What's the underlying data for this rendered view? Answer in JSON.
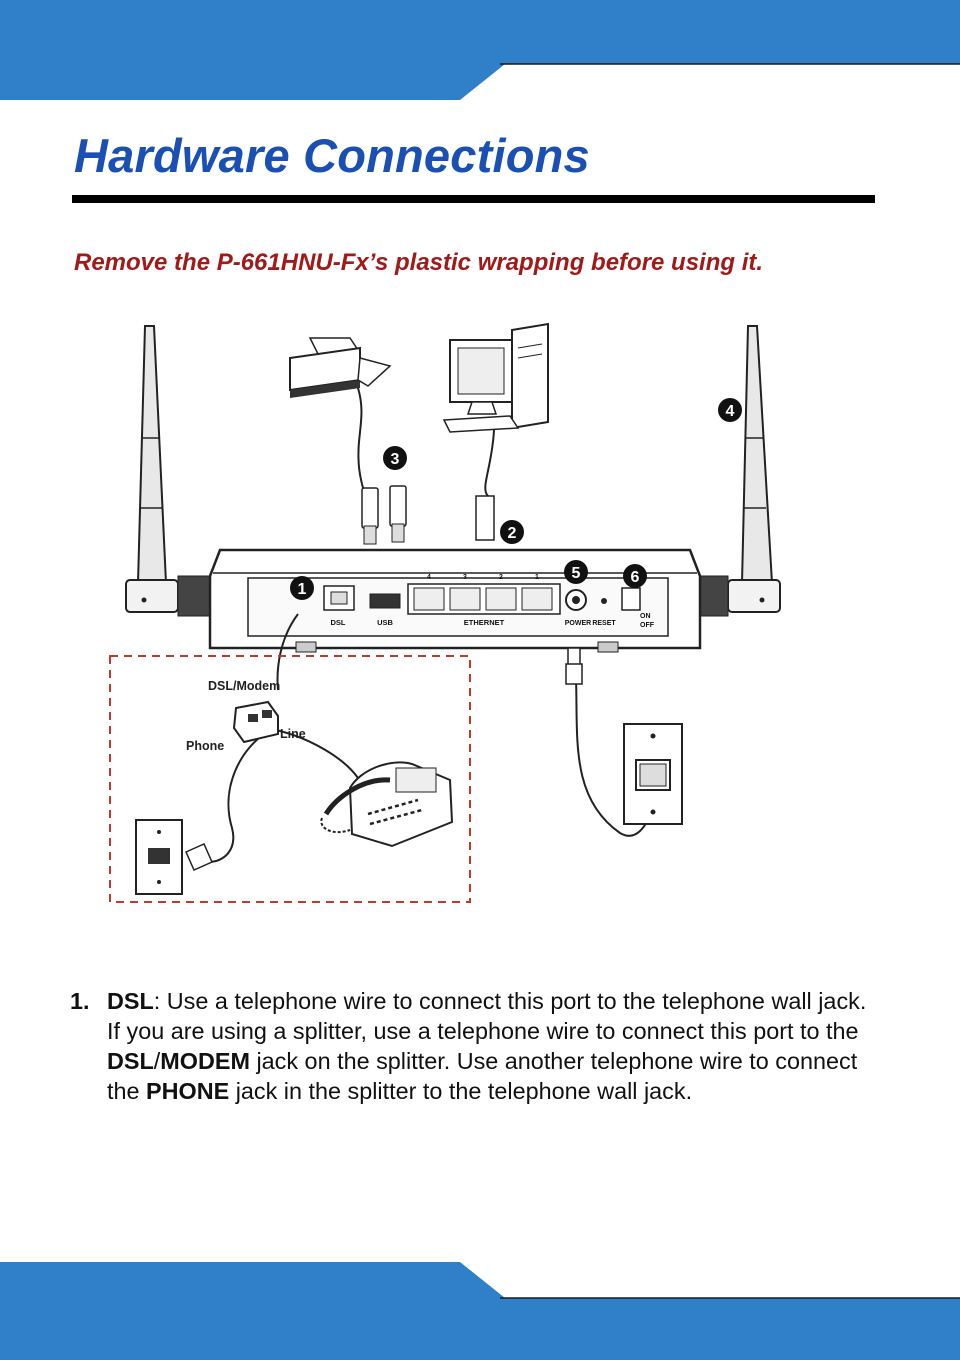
{
  "page": {
    "title": "Hardware Connections",
    "notice": "Remove the P-661HNU-Fx’s plastic wrapping before using it.",
    "band_color": "#2f80c8",
    "title_color": "#1a4fb4",
    "notice_color": "#a01a1a"
  },
  "diagram": {
    "callouts": [
      "1",
      "2",
      "3",
      "4",
      "5",
      "6"
    ],
    "port_labels": {
      "dsl": "DSL",
      "usb": "USB",
      "ethernet": "ETHERNET",
      "ethernet_numbers": [
        "4",
        "3",
        "2",
        "1"
      ],
      "power": "POWER",
      "reset": "RESET",
      "on": "ON",
      "off": "OFF"
    },
    "splitter_labels": {
      "dsl_modem": "DSL/Modem",
      "line": "Line",
      "phone": "Phone"
    },
    "icons": [
      "router-icon",
      "printer-icon",
      "computer-icon",
      "telephone-icon",
      "wall-jack-icon",
      "power-adapter-icon",
      "usb-stick-icon",
      "splitter-icon",
      "antenna-icon"
    ]
  },
  "steps": [
    {
      "number": "1.",
      "parts": [
        {
          "t": "DSL",
          "b": true
        },
        {
          "t": ": Use a telephone wire to connect this port to the telephone wall jack. If you are using a splitter, use a telephone wire to connect this port to the ",
          "b": false
        },
        {
          "t": "DSL",
          "b": true
        },
        {
          "t": "/",
          "b": false
        },
        {
          "t": "MODEM",
          "b": true
        },
        {
          "t": " jack on the splitter. Use another telephone wire to connect the ",
          "b": false
        },
        {
          "t": "PHONE",
          "b": true
        },
        {
          "t": " jack in the splitter to the telephone wall jack.",
          "b": false
        }
      ]
    }
  ]
}
